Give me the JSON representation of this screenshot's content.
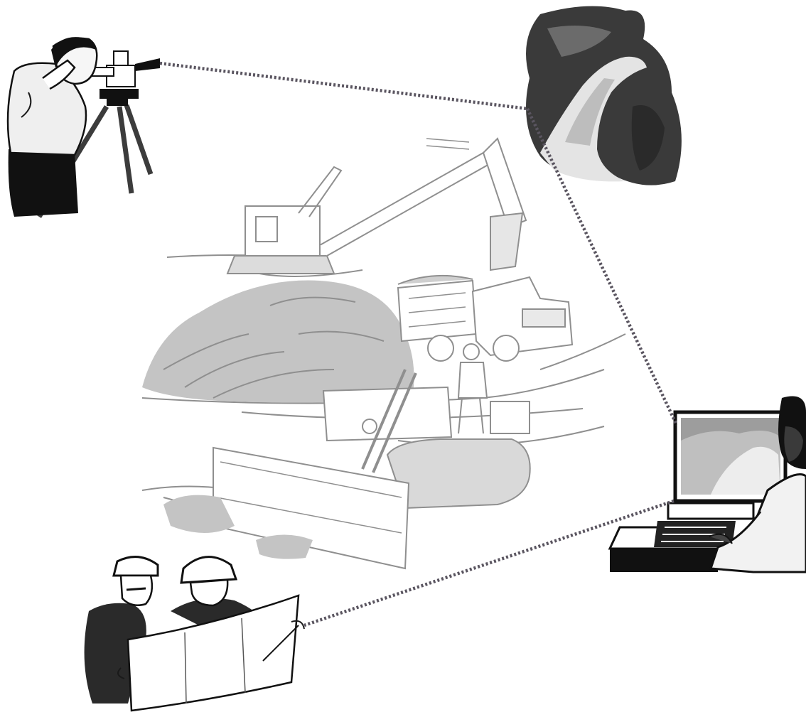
{
  "illustration": {
    "figures": [
      {
        "name": "surveyor-with-theodolite"
      },
      {
        "name": "road-aerial-photo"
      },
      {
        "name": "construction-site"
      },
      {
        "name": "computer-operator-workstation"
      },
      {
        "name": "engineers-reading-plan"
      }
    ],
    "colors": {
      "background": "#ffffff",
      "connector": "#5a5560",
      "sketch": "#8f8f8f",
      "ink": "#1a1a1a"
    }
  }
}
